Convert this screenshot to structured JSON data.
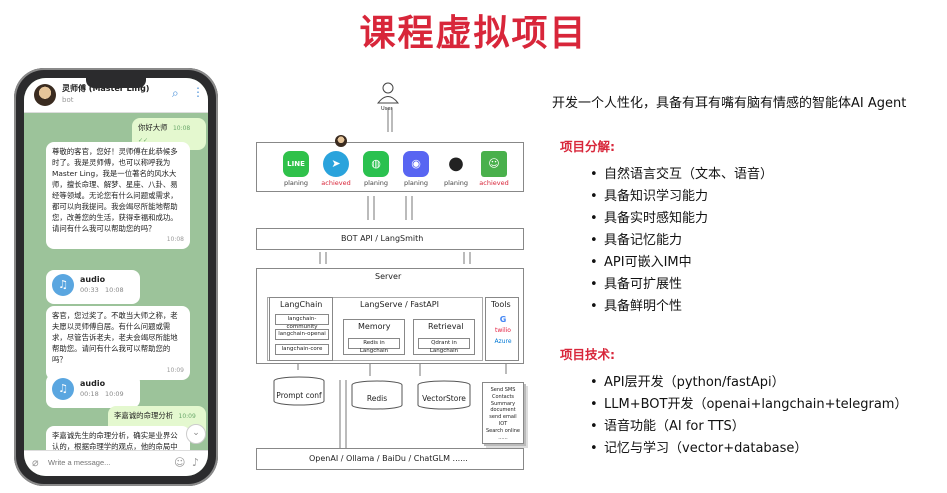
{
  "title": "课程虚拟项目",
  "phone": {
    "chat_name": "灵师傅 (Master Ling)",
    "chat_sub": "bot",
    "messages": [
      {
        "type": "out",
        "text": "你好大师",
        "time": "10:08 ✓✓"
      },
      {
        "type": "in",
        "text": "尊敬的客官，您好！灵师傅在此恭候多时了。我是灵师傅，也可以称呼我为Master Ling，我是一位著名的风水大师，擅长命理、解梦、星座、八卦、易经等领域。无论您有什么问题或需求，都可以向我提问。我会竭尽所能地帮助您，改善您的生活，获得幸福和成功。请问有什么我可以帮助您的吗？",
        "time": "10:08"
      },
      {
        "type": "audio",
        "label": "audio",
        "duration": "00:33",
        "time": "10:08"
      },
      {
        "type": "in",
        "text": "客官，您过奖了。不敢当大师之称，老夫愿以灵师傅自居。有什么问题或需求，尽管告诉老夫，老夫会竭尽所能地帮助您。请问有什么我可以帮助您的吗？",
        "time": "10:09"
      },
      {
        "type": "audio",
        "label": "audio",
        "duration": "00:18",
        "time": "10:09"
      },
      {
        "type": "out",
        "text": "李嘉诚的命理分析",
        "time": "10:09 ✓✓"
      },
      {
        "type": "in",
        "text": "李嘉诚先生的命理分析，确实是业界公认的，根据命理学的观点，他的命局中水的影响明显，格局对于海"
      }
    ],
    "input_placeholder": "Write a message..."
  },
  "diagram": {
    "user_label": "User",
    "ims": [
      {
        "name": "line",
        "glyph": "LINE",
        "color": "#2fc14a",
        "status": "planing"
      },
      {
        "name": "telegram",
        "glyph": "➤",
        "color": "#2aa3dc",
        "status": "achieved"
      },
      {
        "name": "wechat",
        "glyph": "◍",
        "color": "#2ac14f",
        "status": "planing"
      },
      {
        "name": "discord",
        "glyph": "◉",
        "color": "#5865f2",
        "status": "planing"
      },
      {
        "name": "qq",
        "glyph": "●",
        "color": "#222222",
        "status": "planing"
      },
      {
        "name": "avatar",
        "glyph": "☺",
        "color": "#49b04c",
        "status": "achieved"
      }
    ],
    "bot_api": "BOT API / LangSmith",
    "server": "Server",
    "langchain": "LangChain",
    "langchain_items": [
      "langchain-community",
      "langchain-openai",
      "langchain-core"
    ],
    "langserve": "LangServe / FastAPI",
    "memory": "Memory",
    "memory_item": "Redis in Langchain",
    "retrieval": "Retrieval",
    "retrieval_item": "Qdrant in Langchain",
    "tools": "Tools",
    "tool_items": [
      "G",
      "twilio",
      "Azure"
    ],
    "prompt_conf": "Prompt conf",
    "redis": "Redis",
    "vectorstore": "VectorStore",
    "tool_actions": [
      "Send SMS",
      "Contacts",
      "Summary document",
      "send email",
      "IOT",
      "Search online",
      "......"
    ],
    "llms": "OpenAI / Ollama / BaiDu / ChatGLM ......"
  },
  "right": {
    "headline": "开发一个人性化，具备有耳有嘴有脑有情感的智能体AI Agent",
    "breakdown_title": "项目分解:",
    "breakdown": [
      "自然语言交互（文本、语音）",
      "具备知识学习能力",
      "具备实时感知能力",
      "具备记忆能力",
      "API可嵌入IM中",
      "具备可扩展性",
      "具备鲜明个性"
    ],
    "tech_title": "项目技术:",
    "tech": [
      "API层开发（python/fastApi）",
      "LLM+BOT开发（openai+langchain+telegram）",
      "语音功能（AI for TTS）",
      "记忆与学习（vector+database）"
    ]
  }
}
